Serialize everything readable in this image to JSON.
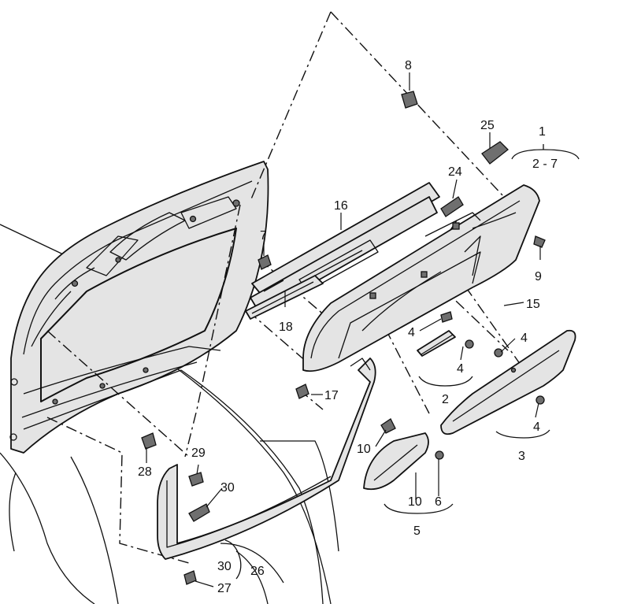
{
  "callouts": {
    "c1": "1",
    "c2_7": "2 - 7",
    "c2": "2",
    "c3": "3",
    "c4a": "4",
    "c4b": "4",
    "c4c": "4",
    "c4d": "4",
    "c5": "5",
    "c6": "6",
    "c7": "7",
    "c8": "8",
    "c9": "9",
    "c10a": "10",
    "c10b": "10",
    "c15": "15",
    "c16": "16",
    "c17": "17",
    "c18": "18",
    "c24": "24",
    "c25": "25",
    "c26": "26",
    "c27": "27",
    "c28": "28",
    "c29": "29",
    "c30a": "30",
    "c30b": "30"
  }
}
